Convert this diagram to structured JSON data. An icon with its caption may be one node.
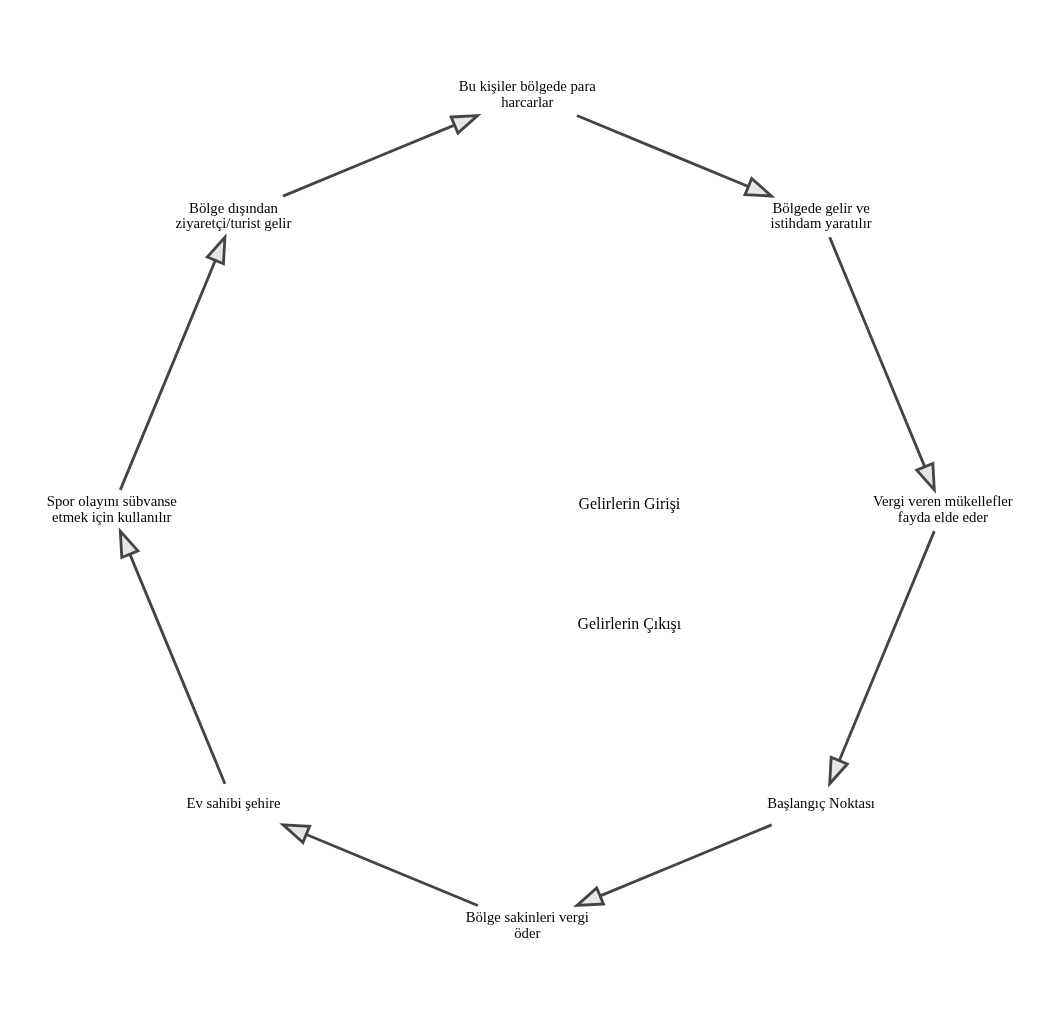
{
  "diagram": {
    "nodes": [
      {
        "text": [
          "Başlangıç Noktası"
        ]
      },
      {
        "text": [
          "Bölge sakinleri vergi öder"
        ]
      },
      {
        "text": [
          "Ev sahibi şehire"
        ]
      },
      {
        "text": [
          "Spor olayını sübvanse etmek için kullanılır"
        ]
      },
      {
        "text": [
          "Bölge dışından ziyaretçi/turist gelir"
        ]
      },
      {
        "text": [
          "Bu kişiler bölgede para harcarlar"
        ]
      },
      {
        "text": [
          "Bölgede gelir ve istihdam yaratılır"
        ]
      },
      {
        "text": [
          "Vergi veren mükellefler fayda elde eder"
        ]
      }
    ],
    "edges": [
      {
        "from": 0,
        "to": 1,
        "arrow": "to"
      },
      {
        "from": 1,
        "to": 2,
        "arrow": "to"
      },
      {
        "from": 2,
        "to": 3,
        "arrow": "to"
      },
      {
        "from": 3,
        "to": 4,
        "arrow": "to"
      },
      {
        "from": 4,
        "to": 5,
        "arrow": "to"
      },
      {
        "from": 5,
        "to": 6,
        "arrow": "to"
      },
      {
        "from": 6,
        "to": 7,
        "arrow": "to"
      },
      {
        "from": 7,
        "to": 0,
        "arrow": "to"
      }
    ],
    "labels": [
      "Gelirlerin Girişi",
      "Gelirlerin Çıkışı"
    ]
  }
}
